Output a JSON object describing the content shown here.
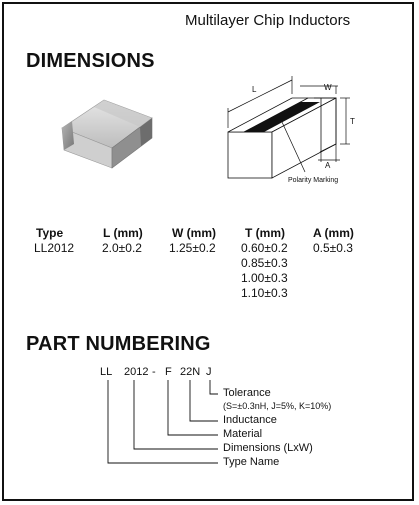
{
  "header": {
    "title": "Multilayer Chip Inductors"
  },
  "dimensions": {
    "title": "DIMENSIONS",
    "diagram": {
      "label_l": "L",
      "label_w": "W",
      "label_t": "T",
      "label_a": "A",
      "polarity": "Polarity Marking"
    },
    "table": {
      "headers": [
        "Type",
        "L (mm)",
        "W (mm)",
        "T (mm)",
        "A (mm)"
      ],
      "row": {
        "type": "LL2012",
        "l": "2.0±0.2",
        "w": "1.25±0.2",
        "t": [
          "0.60±0.2",
          "0.85±0.3",
          "1.00±0.3",
          "1.10±0.3"
        ],
        "a": "0.5±0.3"
      }
    }
  },
  "part_numbering": {
    "title": "PART NUMBERING",
    "code": [
      "LL",
      "2012",
      "-",
      "F",
      "22N",
      "J"
    ],
    "labels": {
      "tolerance": "Tolerance",
      "tolerance_detail": "(S=±0.3nH, J=5%, K=10%)",
      "inductance": "Inductance",
      "material": "Material",
      "dimensions": "Dimensions (LxW)",
      "type_name": "Type Name"
    }
  },
  "colors": {
    "ink": "#111111",
    "chip_body": "#d4d4d4",
    "chip_terminal": "#9a9a9a"
  }
}
